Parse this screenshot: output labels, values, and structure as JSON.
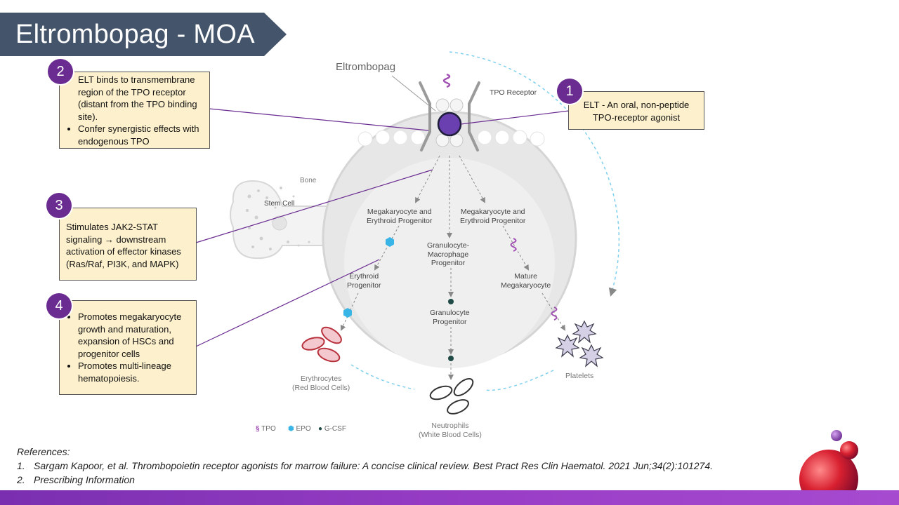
{
  "title": "Eltrombopag - MOA",
  "callouts": [
    {
      "number": "1",
      "text": "ELT - An oral, non-peptide TPO-receptor agonist"
    },
    {
      "number": "2",
      "bullets": [
        "ELT binds to transmembrane region of the TPO receptor (distant from the TPO binding site).",
        "Confer synergistic effects with endogenous TPO"
      ]
    },
    {
      "number": "3",
      "text": "Stimulates JAK2-STAT signaling → downstream activation of effector kinases (Ras/Raf, PI3K, and MAPK)"
    },
    {
      "number": "4",
      "bullets": [
        "Promotes megakaryocyte growth and maturation, expansion of HSCs and progenitor cells",
        "Promotes multi-lineage hematopoiesis."
      ]
    }
  ],
  "diagram": {
    "eltrombopag_label": "Eltrombopag",
    "tpo_receptor_label": "TPO Receptor",
    "bone_label": "Bone",
    "stem_cell_label": "Stem Cell",
    "progenitor_left": "Megakaryocyte and\nErythroid Progenitor",
    "progenitor_right": "Megakaryocyte and\nErythroid Progenitor",
    "granulocyte_macrophage": "Granulocyte-\nMacrophage\nProgenitor",
    "erythroid_progenitor": "Erythroid\nProgenitor",
    "mature_megakaryocyte": "Mature\nMegakaryocyte",
    "granulocyte_progenitor": "Granulocyte\nProgenitor",
    "erythrocytes": "Erythrocytes\n(Red Blood Cells)",
    "neutrophils": "Neutrophils\n(White Blood Cells)",
    "platelets": "Platelets"
  },
  "legend": [
    {
      "label": "TPO",
      "color": "#a14fb3"
    },
    {
      "label": "EPO",
      "color": "#39b4e6"
    },
    {
      "label": "G-CSF",
      "color": "#1f4a45"
    }
  ],
  "references": {
    "heading": "References:",
    "items": [
      {
        "num": "1.",
        "text": "Sargam Kapoor, et al. Thrombopoietin receptor agonists for marrow failure: A concise clinical review. Best Pract Res Clin Haematol. 2021 Jun;34(2):101274."
      },
      {
        "num": "2.",
        "text": "Prescribing Information"
      }
    ]
  },
  "colors": {
    "banner": "#44546a",
    "badge": "#6a2c91",
    "callout_fill": "#fdf0cc",
    "connector": "#6a2c91",
    "bottom_bar": "#8e3bbf"
  }
}
